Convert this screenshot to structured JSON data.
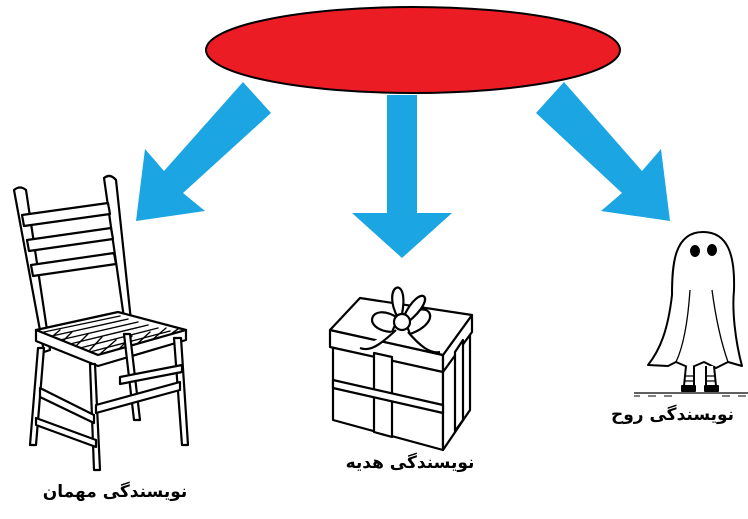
{
  "colors": {
    "hub": "#ec1c24",
    "arrow": "#1ba5e3",
    "ink": "#000000"
  },
  "hub": {
    "text": ""
  },
  "branches": [
    {
      "id": "guest",
      "icon": "chair-icon",
      "label": "نویسندگی مهمان"
    },
    {
      "id": "gift",
      "icon": "gift-box-icon",
      "label": "نویسندگی هدیه"
    },
    {
      "id": "ghost",
      "icon": "ghost-icon",
      "label": "نویسندگی روح"
    }
  ]
}
